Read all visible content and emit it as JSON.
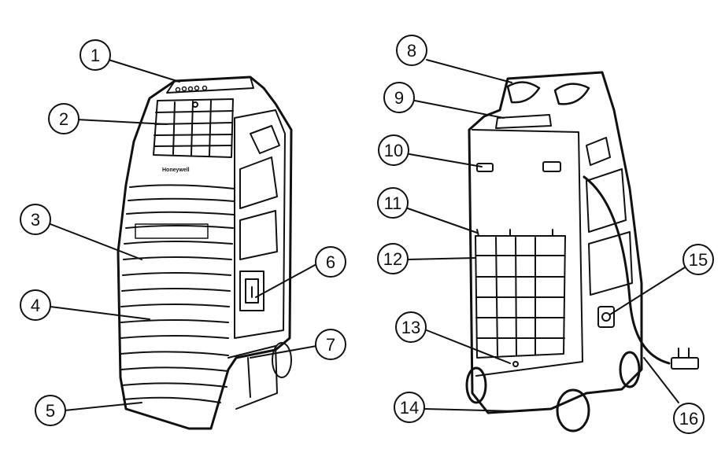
{
  "figure": {
    "brand_label": "Honeywell",
    "callouts": [
      {
        "id": 1,
        "label": "1"
      },
      {
        "id": 2,
        "label": "2"
      },
      {
        "id": 3,
        "label": "3"
      },
      {
        "id": 4,
        "label": "4"
      },
      {
        "id": 5,
        "label": "5"
      },
      {
        "id": 6,
        "label": "6"
      },
      {
        "id": 7,
        "label": "7"
      },
      {
        "id": 8,
        "label": "8"
      },
      {
        "id": 9,
        "label": "9"
      },
      {
        "id": 10,
        "label": "10"
      },
      {
        "id": 11,
        "label": "11"
      },
      {
        "id": 12,
        "label": "12"
      },
      {
        "id": 13,
        "label": "13"
      },
      {
        "id": 14,
        "label": "14"
      },
      {
        "id": 15,
        "label": "15"
      },
      {
        "id": 16,
        "label": "16"
      }
    ],
    "colors": {
      "line": "#111111",
      "background": "#ffffff"
    }
  }
}
